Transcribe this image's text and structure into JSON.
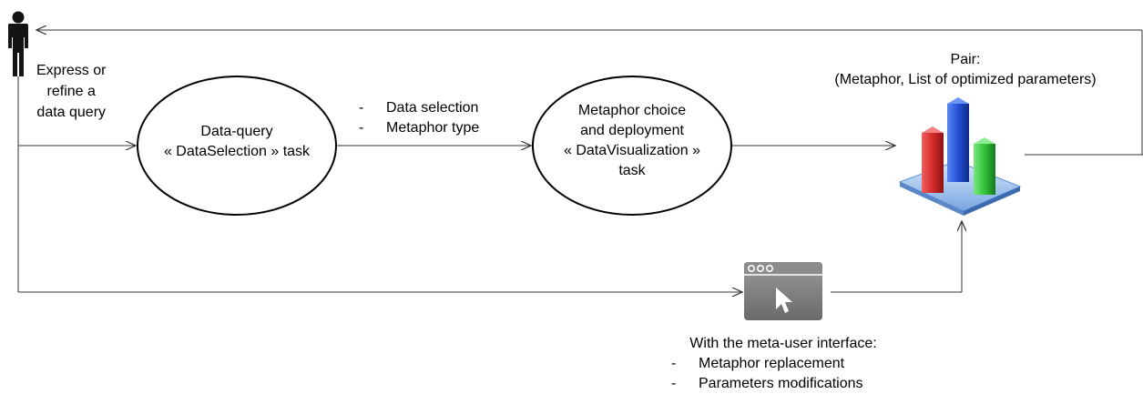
{
  "actor": {
    "label_lines": [
      "Express or",
      "refine a",
      "data query"
    ]
  },
  "task_data_query": {
    "lines": [
      "Data-query",
      "« DataSelection » task"
    ]
  },
  "arrow_outputs": {
    "items": [
      "Data selection",
      "Metaphor type"
    ]
  },
  "task_visualization": {
    "lines": [
      "Metaphor choice",
      "and deployment",
      "« DataVisualization »",
      "task"
    ]
  },
  "result_pair": {
    "lines": [
      "Pair:",
      "(Metaphor, List of optimized parameters)"
    ]
  },
  "meta_ui": {
    "heading": "With the meta-user interface:",
    "items": [
      "Metaphor replacement",
      "Parameters modifications"
    ]
  },
  "colors": {
    "line": "#333333",
    "bar_red": "#d42a2a",
    "bar_blue": "#2250d6",
    "bar_green": "#32c23a",
    "platform": "#8fb7ea",
    "window_frame": "#7a7a7a"
  }
}
